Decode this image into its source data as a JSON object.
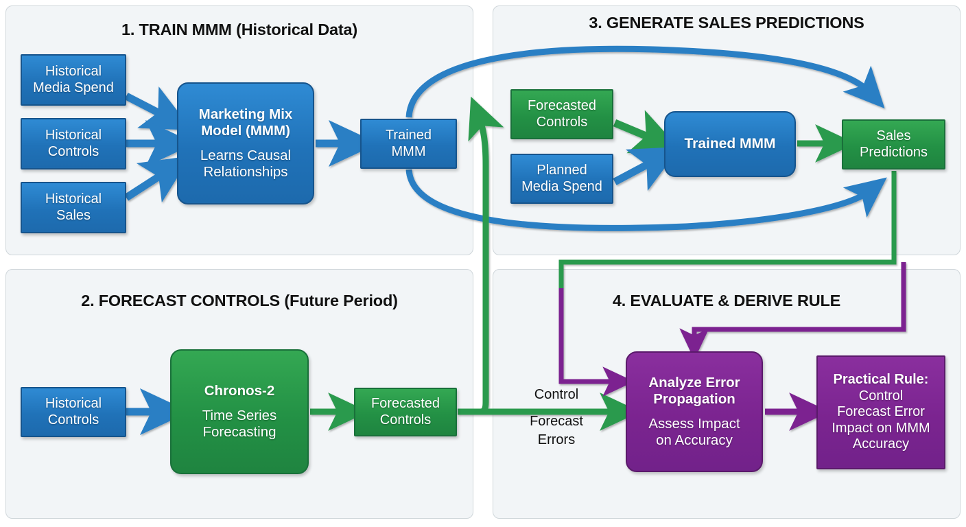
{
  "figure": {
    "title": "MMM with Chronos-2 forecasted controls workflow",
    "colors": {
      "blue": "#2072b8",
      "blue_border": "#16548c",
      "green": "#239145",
      "green_border": "#19703a",
      "purple": "#7b2490",
      "purple_border": "#5b1a6b",
      "panel_bg": "#f2f5f7",
      "panel_border": "#cfd6da",
      "text_dark": "#111111"
    }
  },
  "panels": [
    {
      "id": "panel-1",
      "title": "1. TRAIN MMM (Historical Data)"
    },
    {
      "id": "panel-2",
      "title": "2. FORECAST CONTROLS (Future Period)"
    },
    {
      "id": "panel-3",
      "title": "3. GENERATE SALES PREDICTIONS"
    },
    {
      "id": "panel-4",
      "title": "4. EVALUATE & DERIVE RULE"
    }
  ],
  "nodes": {
    "historical_media_spend": {
      "line1": "Historical",
      "line2": "Media Spend"
    },
    "historical_controls_1": {
      "line1": "Historical",
      "line2": "Controls"
    },
    "historical_sales": {
      "line1": "Historical",
      "line2": "Sales"
    },
    "mmm": {
      "title1": "Marketing Mix",
      "title2": "Model (MMM)",
      "sub1": "Learns Causal",
      "sub2": "Relationships"
    },
    "trained_mmm_1": {
      "line1": "Trained",
      "line2": "MMM"
    },
    "forecasted_controls_3": {
      "line1": "Forecasted",
      "line2": "Controls"
    },
    "planned_media_spend": {
      "line1": "Planned",
      "line2": "Media Spend"
    },
    "trained_mmm_3": {
      "line1": "Trained MMM"
    },
    "sales_predictions": {
      "line1": "Sales",
      "line2": "Predictions"
    },
    "historical_controls_2": {
      "line1": "Historical",
      "line2": "Controls"
    },
    "chronos": {
      "title1": "Chronos-2",
      "sub1": "Time Series",
      "sub2": "Forecasting"
    },
    "forecasted_controls_2": {
      "line1": "Forecasted",
      "line2": "Controls"
    },
    "analyze_error": {
      "title1": "Analyze Error",
      "title2": "Propagation",
      "sub1": "Assess Impact",
      "sub2": "on Accuracy"
    },
    "practical_rule": {
      "title1": "Practical Rule:",
      "sub1": "Control",
      "sub2": "Forecast Error",
      "sub3": "Impact on MMM",
      "sub4": "Accuracy"
    }
  },
  "edge_labels": {
    "control_forecast_errors": {
      "line1": "Control",
      "line2": "Forecast",
      "line3": "Errors"
    }
  }
}
